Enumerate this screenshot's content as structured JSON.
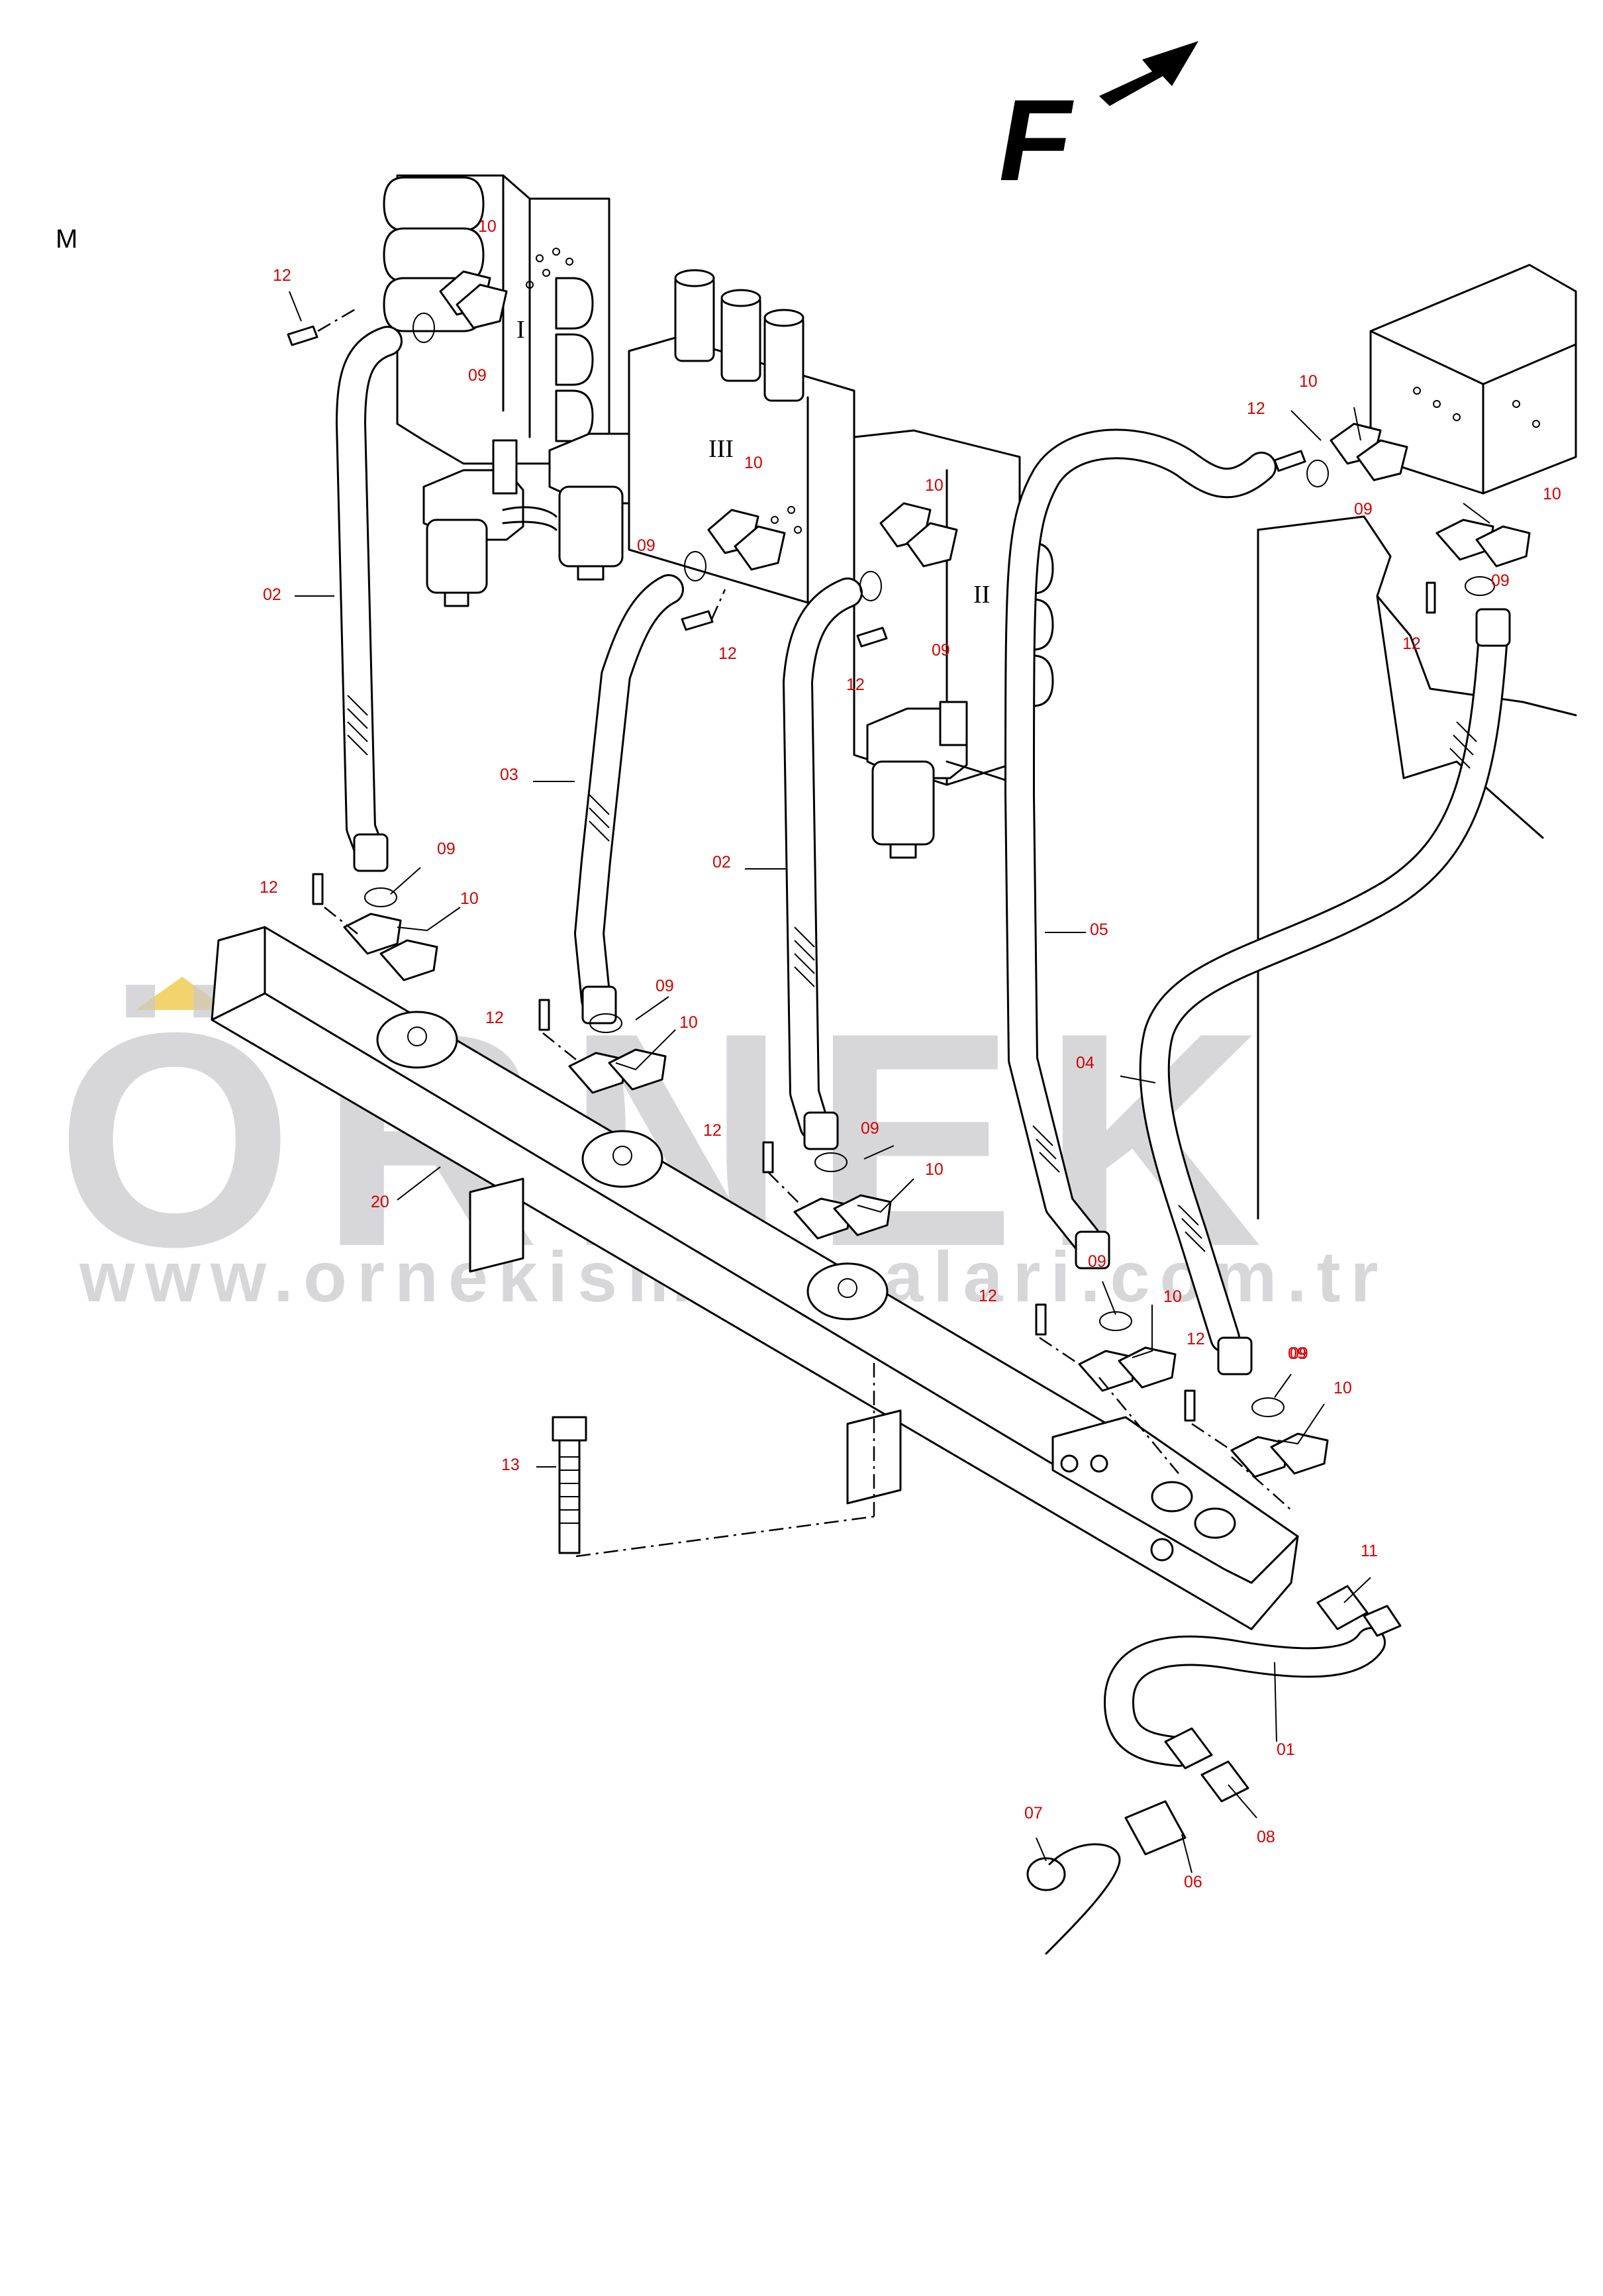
{
  "sheet_letter": "M",
  "direction_mark": "F",
  "roman_markers": [
    "I",
    "III",
    "II"
  ],
  "watermark": {
    "brand": "ÖRNEK",
    "url": "www.ornekismakinalari.com.tr",
    "accent_color": "#f3d36b"
  },
  "callouts": [
    {
      "label": "10"
    },
    {
      "label": "12"
    },
    {
      "label": "09"
    },
    {
      "label": "09"
    },
    {
      "label": "10"
    },
    {
      "label": "12"
    },
    {
      "label": "10"
    },
    {
      "label": "09"
    },
    {
      "label": "02"
    },
    {
      "label": "12"
    },
    {
      "label": "10"
    },
    {
      "label": "09"
    },
    {
      "label": "12"
    },
    {
      "label": "09"
    },
    {
      "label": "12"
    },
    {
      "label": "10"
    },
    {
      "label": "09"
    },
    {
      "label": "03"
    },
    {
      "label": "02"
    },
    {
      "label": "05"
    },
    {
      "label": "09"
    },
    {
      "label": "12"
    },
    {
      "label": "10"
    },
    {
      "label": "09"
    },
    {
      "label": "12"
    },
    {
      "label": "10"
    },
    {
      "label": "04"
    },
    {
      "label": "12"
    },
    {
      "label": "09"
    },
    {
      "label": "10"
    },
    {
      "label": "20"
    },
    {
      "label": "09"
    },
    {
      "label": "12"
    },
    {
      "label": "10"
    },
    {
      "label": "12"
    },
    {
      "label": "09"
    },
    {
      "label": "10"
    },
    {
      "label": "13"
    },
    {
      "label": "11"
    },
    {
      "label": "01"
    },
    {
      "label": "07"
    },
    {
      "label": "08"
    },
    {
      "label": "06"
    }
  ]
}
